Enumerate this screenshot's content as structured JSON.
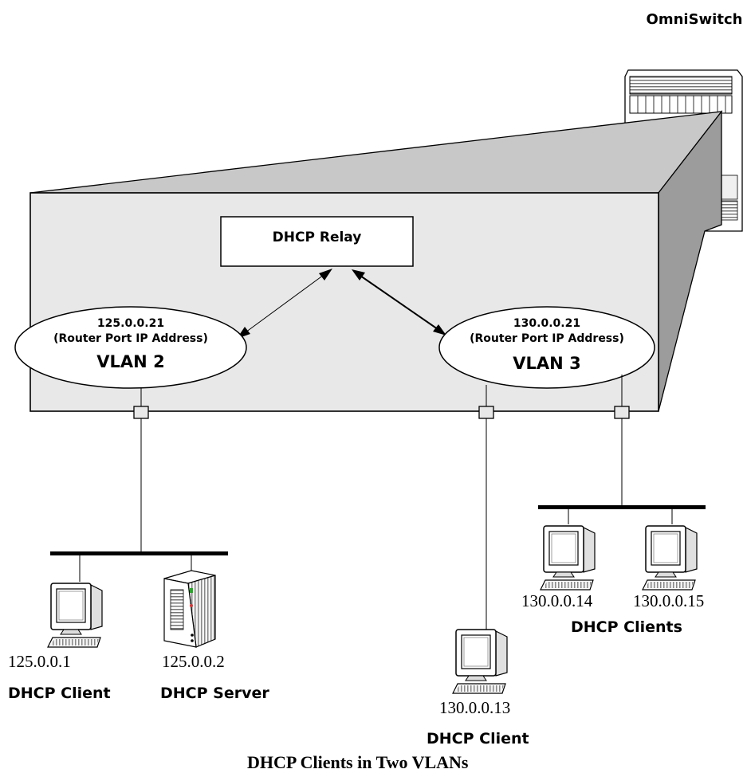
{
  "switch": {
    "name": "OmniSwitch"
  },
  "relay": {
    "label": "DHCP Relay"
  },
  "vlans": [
    {
      "ip": "125.0.0.21",
      "desc": "(Router Port IP Address)",
      "name": "VLAN 2"
    },
    {
      "ip": "130.0.0.21",
      "desc": "(Router Port IP Address)",
      "name": "VLAN 3"
    }
  ],
  "hosts": {
    "client1": {
      "ip": "125.0.0.1",
      "role": "DHCP Client"
    },
    "server": {
      "ip": "125.0.0.2",
      "role": "DHCP Server"
    },
    "client13": {
      "ip": "130.0.0.13",
      "role": "DHCP Client"
    },
    "client14": {
      "ip": "130.0.0.14"
    },
    "client15": {
      "ip": "130.0.0.15"
    },
    "clients_group": {
      "role": "DHCP Clients"
    }
  },
  "caption": "DHCP Clients in Two VLANs"
}
